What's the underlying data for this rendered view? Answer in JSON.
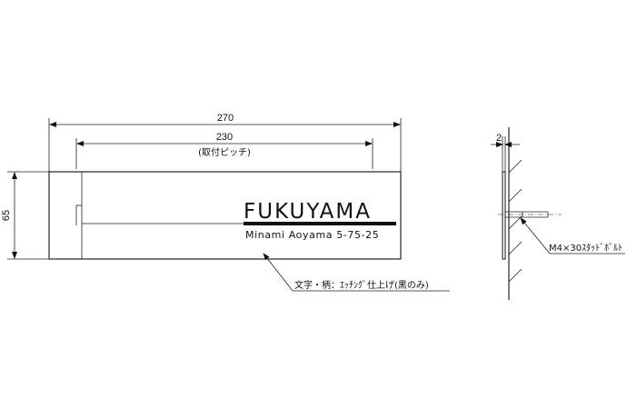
{
  "dimensions": {
    "overall_width": "270",
    "mount_pitch": "230",
    "mount_pitch_note": "(取付ピッチ)",
    "height": "65",
    "thickness": "2"
  },
  "plate": {
    "name": "FUKUYAMA",
    "address": "Minami Aoyama 5-75-25"
  },
  "notes": {
    "finish": "文字・柄：ｴｯﾁﾝｸﾞ仕上げ(黒のみ)",
    "bolt": "M4×30ｽﾀｯﾄﾞﾎﾞﾙﾄ"
  }
}
